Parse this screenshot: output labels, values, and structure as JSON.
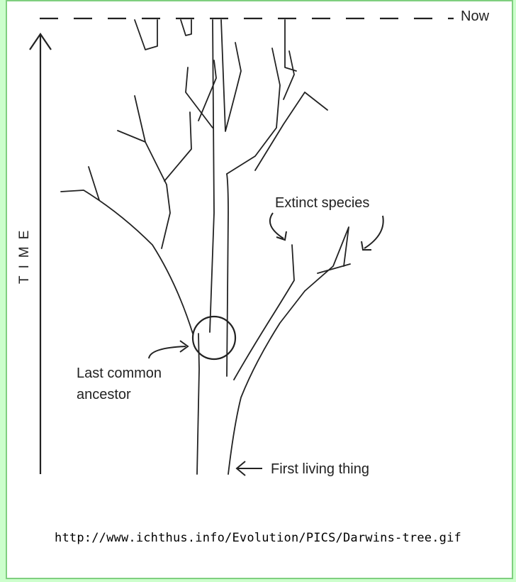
{
  "labels": {
    "now": "Now",
    "time": "TIME",
    "extinct": "Extinct species",
    "ancestor_line1": "Last common",
    "ancestor_line2": "ancestor",
    "first": "First living thing"
  },
  "caption": "http://www.ichthus.info/Evolution/PICS/Darwins-tree.gif",
  "colors": {
    "background": "#ccffcc",
    "border": "#7fcf7f",
    "ink": "#222222"
  }
}
